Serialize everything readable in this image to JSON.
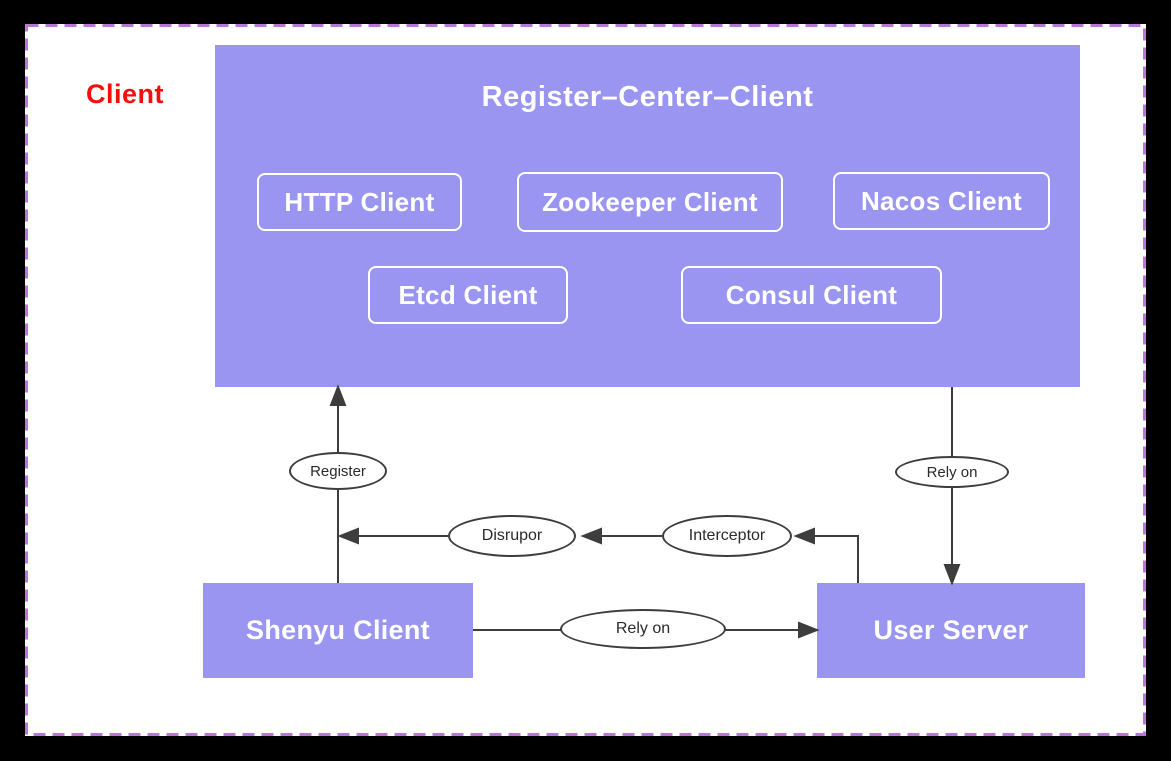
{
  "colors": {
    "outer_background": "#000000",
    "canvas_background": "#ffffff",
    "node_purple": "#9a95f0",
    "dashed_border": "#b878d8",
    "arrow_stroke": "#3d3d3d",
    "client_zone_red": "#f80d0d",
    "node_text": "#ffffff"
  },
  "labels": {
    "client_zone": "Client"
  },
  "register_center": {
    "title": "Register–Center–Client",
    "clients": [
      {
        "label": "HTTP Client"
      },
      {
        "label": "Zookeeper Client"
      },
      {
        "label": "Nacos Client"
      },
      {
        "label": "Etcd Client"
      },
      {
        "label": "Consul Client"
      }
    ]
  },
  "nodes": {
    "shenyu_client": "Shenyu Client",
    "user_server": "User Server"
  },
  "edges": {
    "register": "Register",
    "disrupor": "Disrupor",
    "interceptor": "Interceptor",
    "rely_on_right": "Rely on",
    "rely_on_bottom": "Rely on"
  }
}
